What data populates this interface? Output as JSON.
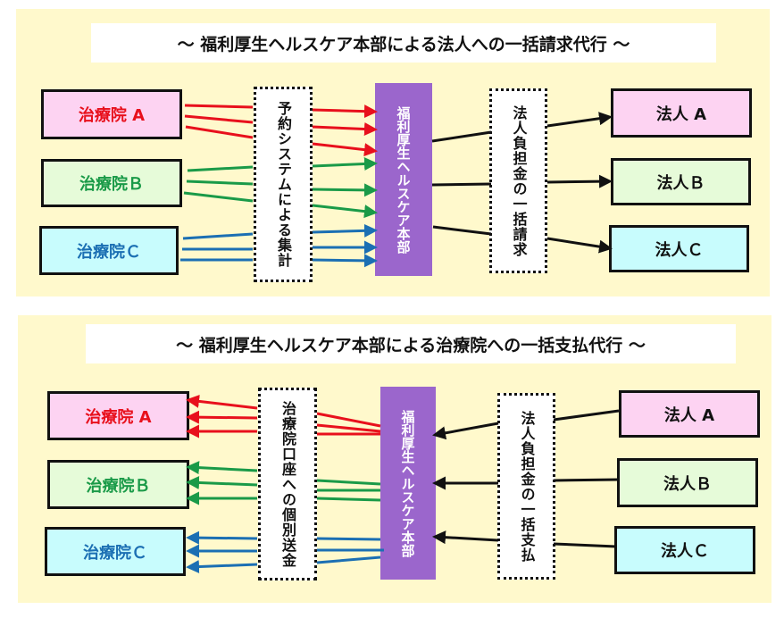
{
  "colors": {
    "panel_bg": "#fff9cc",
    "hq_purple": "#9b66cc",
    "red": "#e8101c",
    "green": "#1a9a48",
    "blue": "#1b6fb3",
    "black": "#111111",
    "pink_box": "#fdd3f2",
    "green_box": "#e6fbd9",
    "cyan_box": "#c8fcfd"
  },
  "billing": {
    "title": "～ 福利厚生ヘルスケア本部による法人への一括請求代行 ～",
    "clinics": [
      "治療院 A",
      "治療院Ｂ",
      "治療院Ｃ"
    ],
    "aggregation_label": "予約システムによる集計",
    "hq_label": "福利厚生ヘルスケア本部",
    "bulk_label": "法人負担金の一括請求",
    "corporations": [
      "法人 A",
      "法人Ｂ",
      "法人Ｃ"
    ]
  },
  "payment": {
    "title": "～ 福利厚生ヘルスケア本部による治療院への一括支払代行 ～",
    "clinics": [
      "治療院 A",
      "治療院Ｂ",
      "治療院Ｃ"
    ],
    "transfer_label": "治療院口座への個別送金",
    "hq_label": "福利厚生ヘルスケア本部",
    "bulk_label": "法人負担金の一括支払",
    "corporations": [
      "法人 A",
      "法人Ｂ",
      "法人Ｃ"
    ]
  }
}
